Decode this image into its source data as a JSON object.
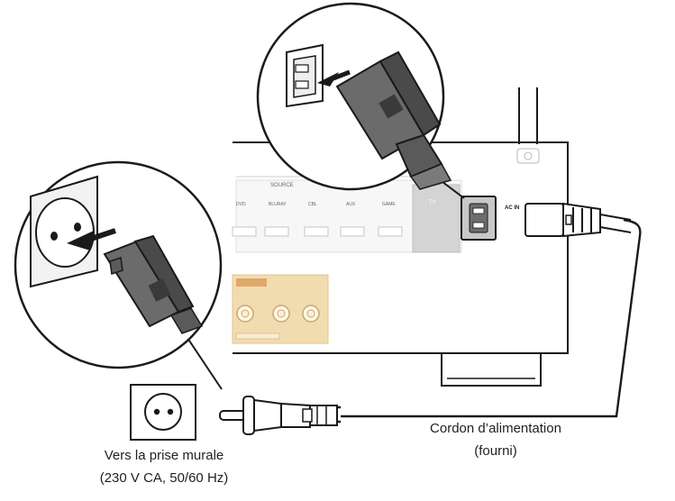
{
  "labels": {
    "outlet_line1": "Vers la prise murale",
    "outlet_line2": "(230 V CA, 50/60 Hz)",
    "cord_line1": "Cordon d’alimentation",
    "cord_line2": "(fourni)",
    "ac_in": "AC IN"
  },
  "colors": {
    "line": "#1a1a1a",
    "plug_body": "#6b6b6b",
    "plug_dark": "#3c3c3c",
    "panel_gray": "#cfcfcf",
    "highlight_panel": "#e9c98a",
    "outlet_face": "#f2f2f2"
  },
  "icons": [
    "wall-socket-icon",
    "power-plug-icon",
    "iec-connector-icon",
    "ac-inlet-icon",
    "antenna-icon"
  ]
}
